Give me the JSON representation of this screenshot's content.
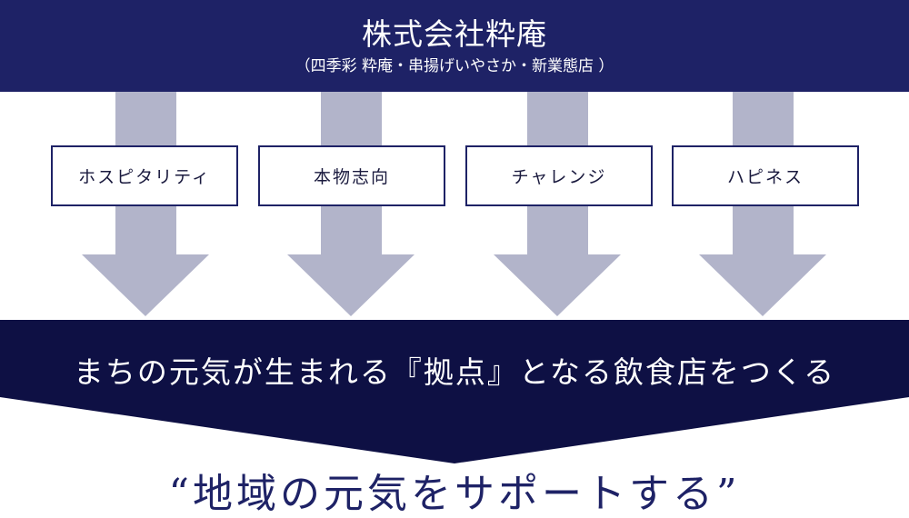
{
  "header": {
    "title": "株式会社粋庵",
    "subtitle": "（四季彩 粋庵・串揚げいやさか・新業態店 ）"
  },
  "values": [
    {
      "label": "ホスピタリティ"
    },
    {
      "label": "本物志向"
    },
    {
      "label": "チャレンジ"
    },
    {
      "label": "ハピネス"
    }
  ],
  "mission": "まちの元気が生まれる『拠点』となる飲食店をつくる",
  "vision": "“地域の元気をサポートする”",
  "colors": {
    "header_bg": "#1e2266",
    "arrow": "#b2b4ca",
    "band": "#0e1044",
    "box_border": "#1e2266",
    "vision_text": "#1e2266"
  }
}
